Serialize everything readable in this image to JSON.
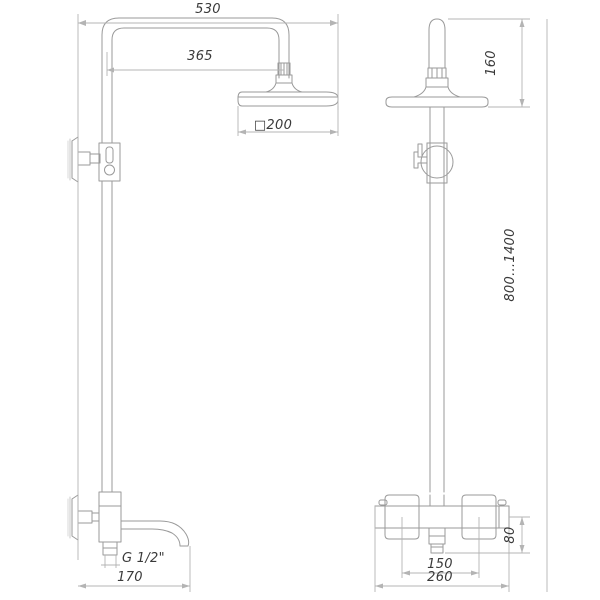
{
  "drawing": {
    "title": "Shower column technical drawing",
    "type": "cad-dimensioned-drawing",
    "background_color": "#ffffff",
    "line_color": "#9a9a9a",
    "dim_line_color": "#b4b4b4",
    "text_color": "#3a3a3a",
    "units": "mm",
    "views": [
      {
        "name": "front-view",
        "label": ""
      },
      {
        "name": "side-view",
        "label": ""
      }
    ]
  },
  "dimensions": {
    "overall_width": "530",
    "arm_reach": "365",
    "shower_head_size": "200",
    "shower_head_symbol": "□",
    "head_height": "160",
    "riser_height_range": "800...1400",
    "inlet_thread": "G 1/2\"",
    "spout_projection": "170",
    "mixer_depth": "80",
    "mixer_centers": "150",
    "mixer_width": "260"
  },
  "labels": {
    "width_530": "530",
    "reach_365": "365",
    "head_200": "□200",
    "height_160": "160",
    "riser_800_1400": "800...1400",
    "thread_g12": "G 1/2\"",
    "proj_170": "170",
    "depth_80": "80",
    "centers_150": "150",
    "width_260": "260"
  }
}
